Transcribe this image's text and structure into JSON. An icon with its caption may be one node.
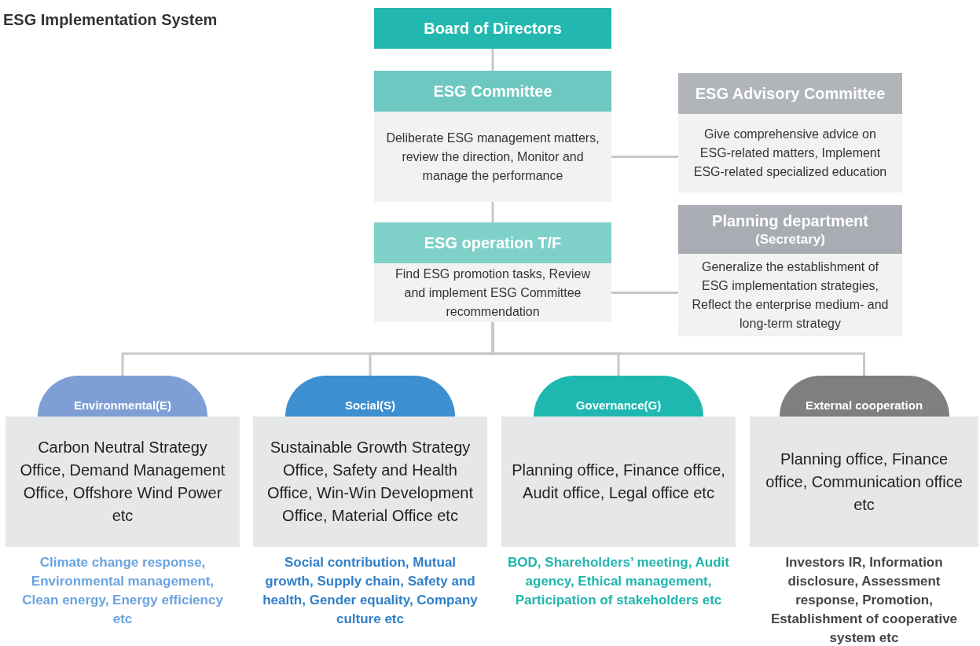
{
  "diagram": {
    "title": "ESG Implementation System",
    "nodes": [
      {
        "text": [
          "Board of Directors"
        ]
      },
      {
        "text": [
          "ESG Committee",
          "Deliberate ESG management matters, review the direction, Monitor and manage the performance"
        ]
      },
      {
        "text": [
          "ESG Advisory Committee",
          "Give comprehensive advice on ESG-related matters, Implement ESG-related specialized education"
        ]
      },
      {
        "text": [
          "ESG operation T/F",
          "Find ESG promotion tasks, Review and implement ESG Committee recommendation"
        ]
      },
      {
        "text": [
          "Planning department",
          "(Secretary)",
          "Generalize the establishment of ESG implementation strategies, Reflect the enterprise medium- and long-term strategy"
        ]
      },
      {
        "text": [
          "Environmental(E)",
          "Carbon Neutral Strategy Office, Demand Management Office, Offshore Wind Power etc"
        ],
        "beside": [
          "Climate change response, Environmental management, Clean energy, Energy efficiency etc"
        ]
      },
      {
        "text": [
          "Social(S)",
          "Sustainable Growth Strategy Office, Safety and Health Office, Win-Win Development Office, Material Office etc"
        ],
        "beside": [
          "Social contribution, Mutual growth, Supply chain, Safety and health, Gender equality, Company culture etc"
        ]
      },
      {
        "text": [
          "Governance(G)",
          "Planning office, Finance office, Audit office, Legal office etc"
        ],
        "beside": [
          "BOD, Shareholders’ meeting, Audit agency, Ethical management, Participation of stakeholders etc"
        ]
      },
      {
        "text": [
          "External cooperation",
          "Planning office, Finance office, Communication office etc"
        ],
        "beside": [
          "Investors IR, Information disclosure, Assessment response, Promotion, Establishment of cooperative system etc"
        ]
      }
    ],
    "edges": [
      {
        "from": 0,
        "to": 1,
        "arrow": "none"
      },
      {
        "from": 1,
        "to": 2,
        "arrow": "none"
      },
      {
        "from": 1,
        "to": 3,
        "arrow": "none"
      },
      {
        "from": 3,
        "to": 4,
        "arrow": "none"
      },
      {
        "from": 3,
        "to": 5,
        "arrow": "none"
      },
      {
        "from": 3,
        "to": 6,
        "arrow": "none"
      },
      {
        "from": 3,
        "to": 7,
        "arrow": "none"
      },
      {
        "from": 3,
        "to": 8,
        "arrow": "none"
      }
    ]
  }
}
